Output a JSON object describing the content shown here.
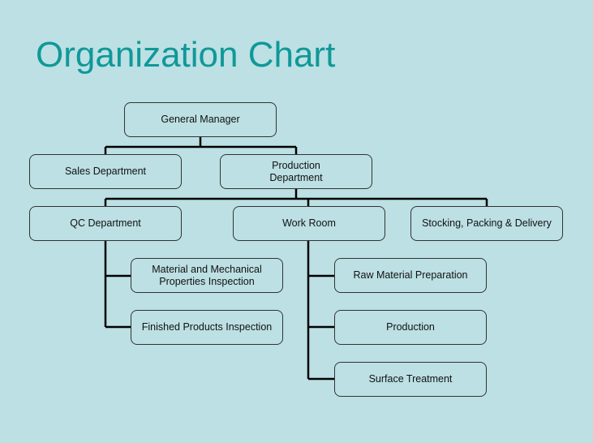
{
  "title": "Organization Chart",
  "nodes": {
    "general_manager": "General Manager",
    "sales": "Sales Department",
    "production_dept_line1": "Production",
    "production_dept_line2": "Department",
    "qc": "QC Department",
    "work_room": "Work Room",
    "stocking": "Stocking, Packing & Delivery",
    "material_line1": "Material and Mechanical",
    "material_line2": "Properties Inspection",
    "finished": "Finished Products Inspection",
    "raw_material": "Raw Material Preparation",
    "production": "Production",
    "surface": "Surface Treatment"
  }
}
